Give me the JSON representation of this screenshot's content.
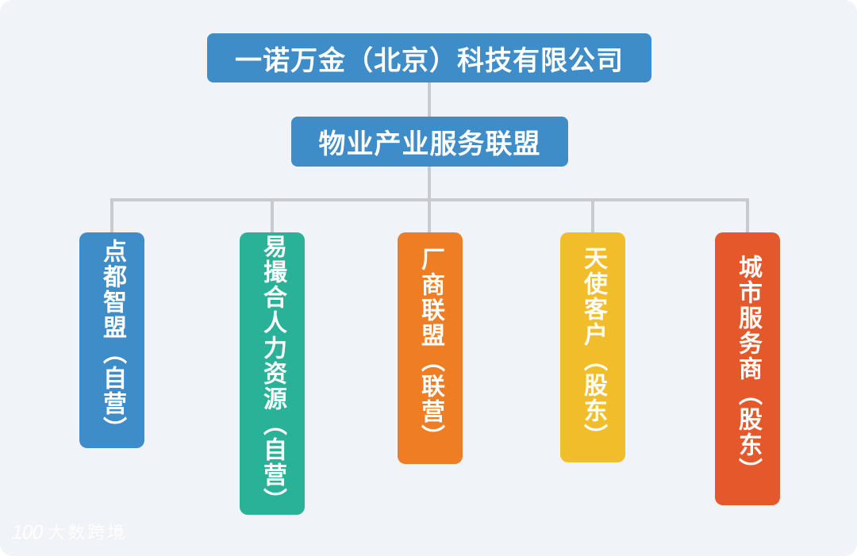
{
  "colors": {
    "canvas_background": "#F0F3F8",
    "connector": "#C9CACE",
    "blue": "#3E8CC8",
    "teal": "#29B298",
    "orange": "#EE7D24",
    "yellow": "#F1BD2B",
    "red_orange": "#E4582B"
  },
  "org_chart": {
    "root": {
      "label": "一诺万金（北京）科技有限公司",
      "color": "#3E8CC8"
    },
    "alliance": {
      "label": "物业产业服务联盟",
      "color": "#3E8CC8"
    },
    "members": [
      {
        "label": "点都智盟（自营）",
        "color": "#3E8CC8"
      },
      {
        "label": "易撮合人力资源（自营）",
        "color": "#29B298"
      },
      {
        "label": "厂商联盟（联营）",
        "color": "#EE7D24"
      },
      {
        "label": "天使客户（股东）",
        "color": "#F1BD2B"
      },
      {
        "label": "城市服务商（股东）",
        "color": "#E4582B"
      }
    ]
  },
  "watermark": {
    "logo_text": "100",
    "brand_text": "大数跨境"
  }
}
